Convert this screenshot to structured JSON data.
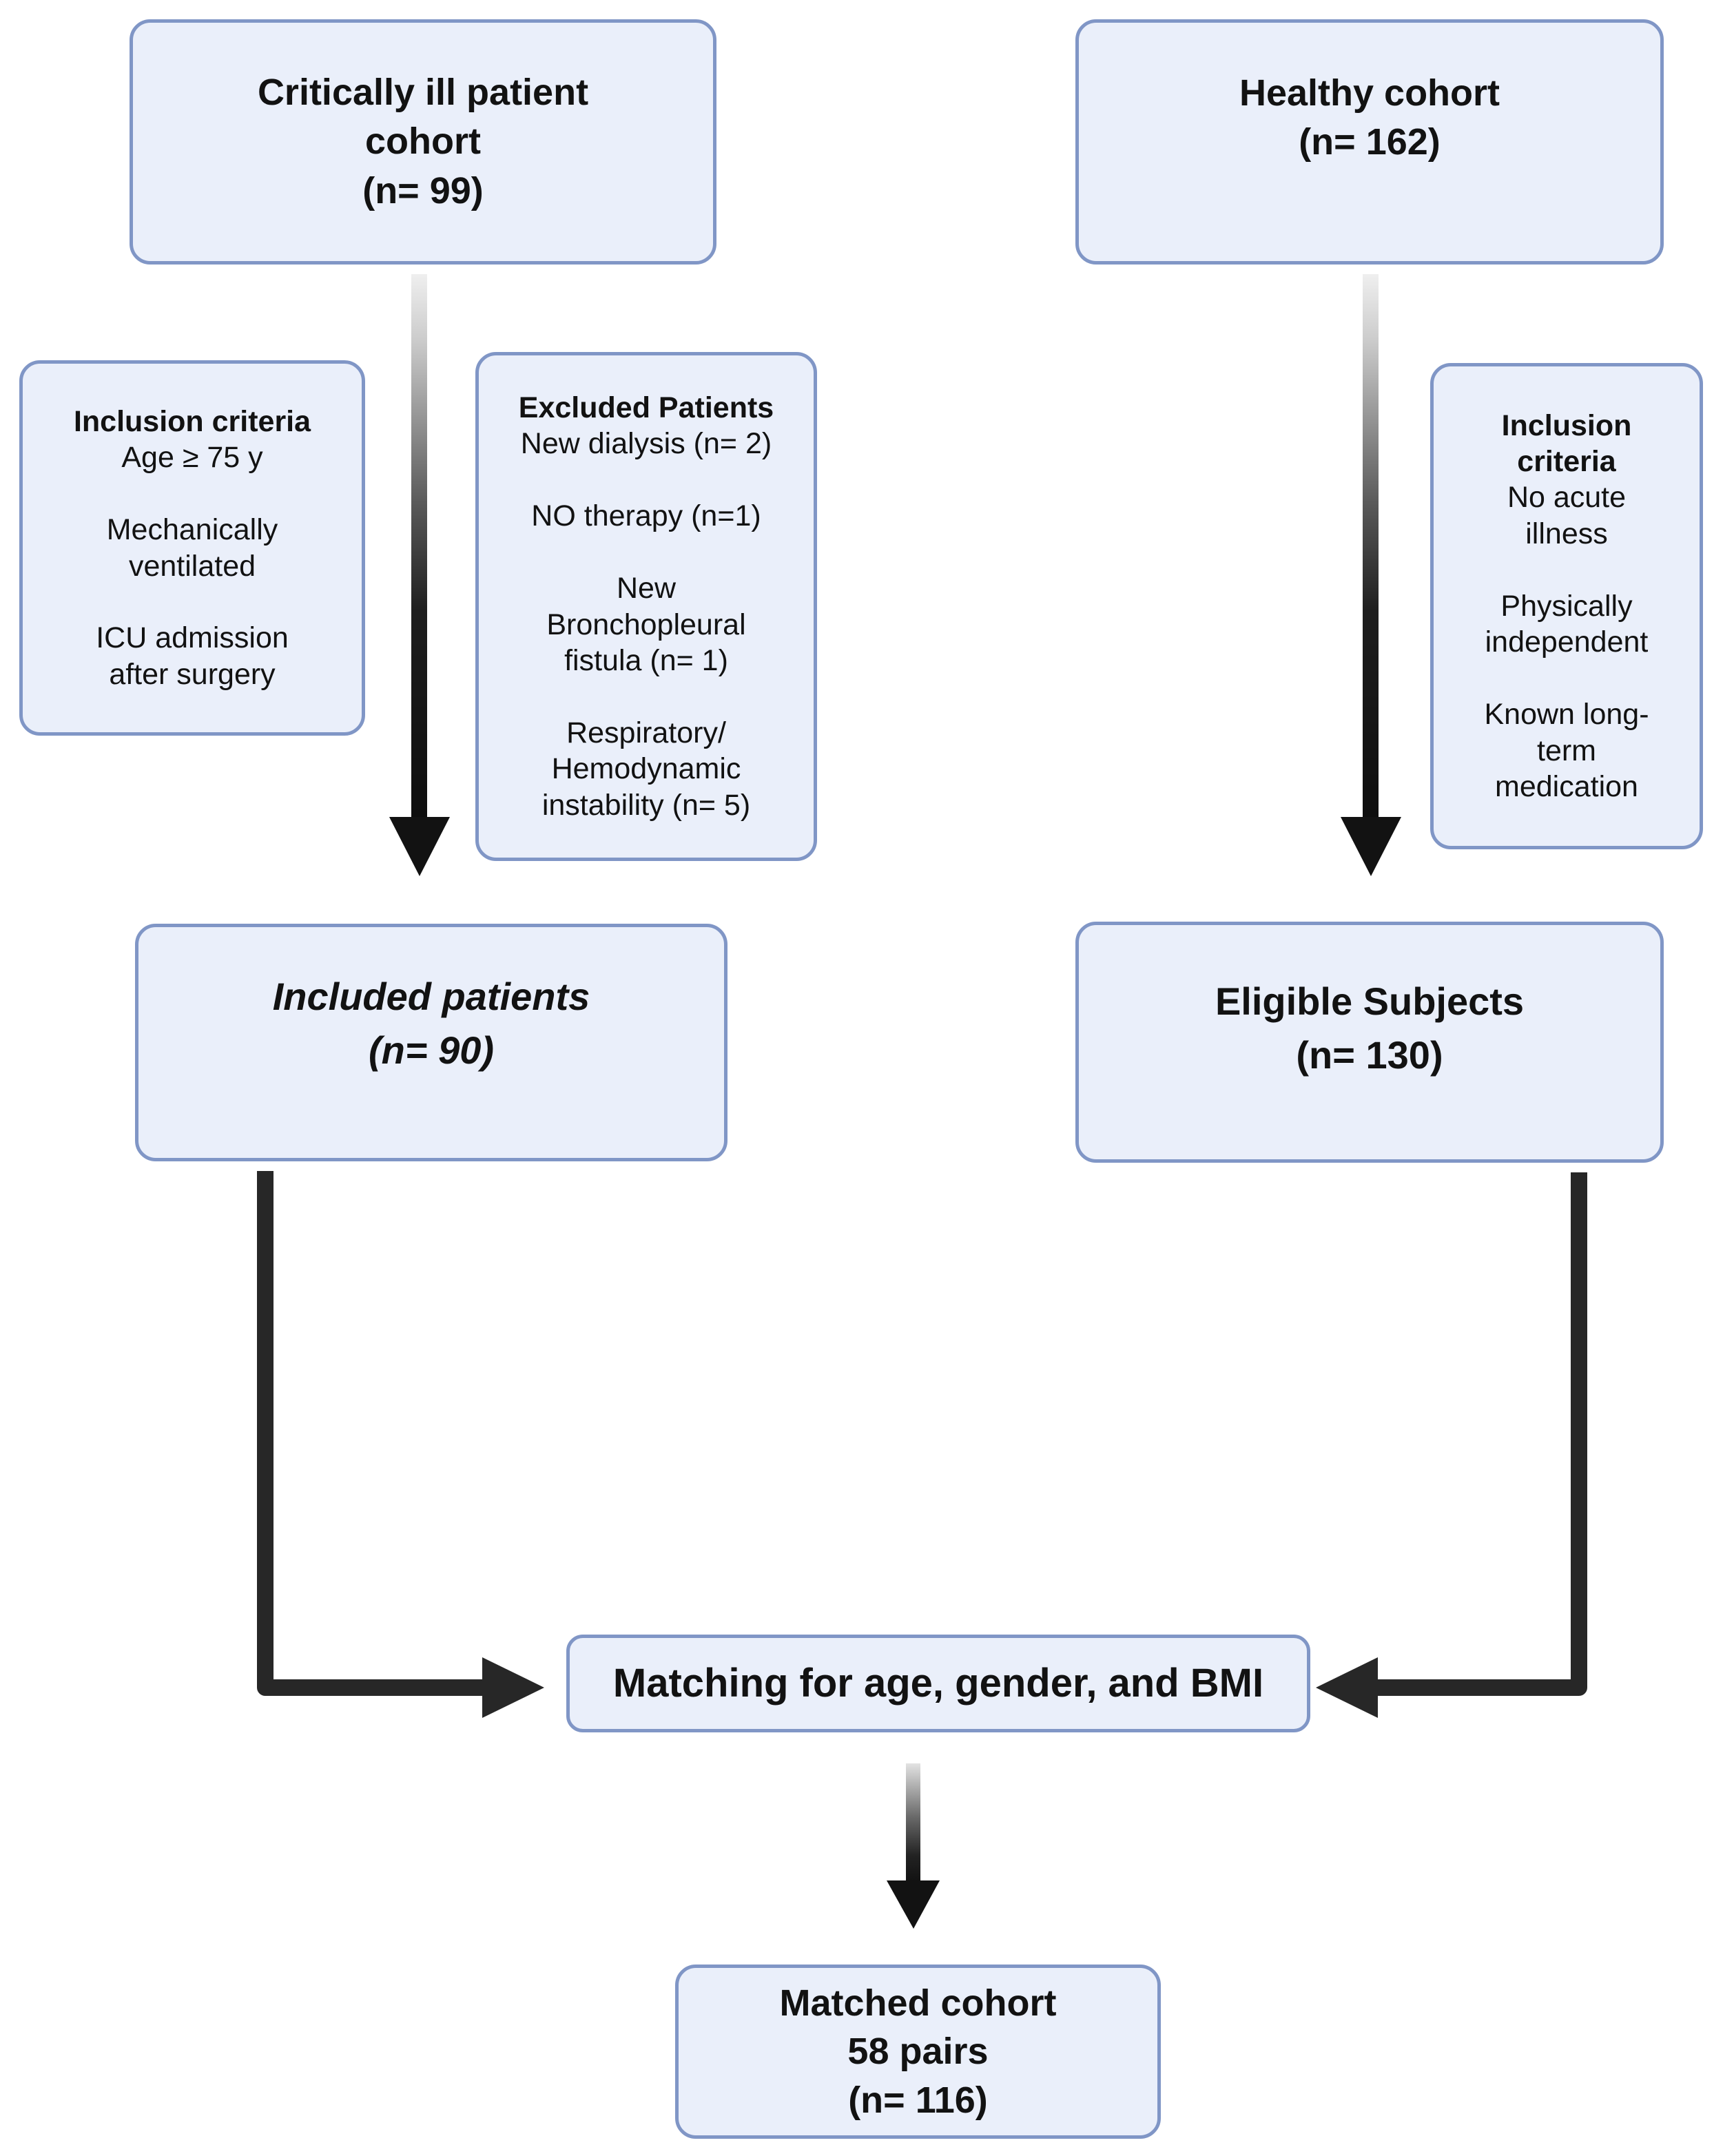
{
  "boxes": {
    "critically_ill_cohort": {
      "lines": [
        "Critically ill patient",
        "cohort",
        "(n= 99)"
      ]
    },
    "healthy_cohort": {
      "lines": [
        "Healthy cohort",
        "(n= 162)"
      ]
    },
    "inclusion_criteria_left": {
      "title": "Inclusion criteria",
      "lines": [
        "Age ≥ 75 y",
        "",
        "Mechanically",
        "ventilated",
        "",
        "ICU admission",
        "after surgery"
      ]
    },
    "excluded_patients": {
      "title": "Excluded Patients",
      "lines": [
        "New dialysis (n= 2)",
        "",
        "NO therapy (n=1)",
        "",
        "New",
        "Bronchopleural",
        "fistula (n= 1)",
        "",
        "Respiratory/",
        "Hemodynamic",
        "instability (n= 5)"
      ]
    },
    "inclusion_criteria_right": {
      "title_lines": [
        "Inclusion",
        "criteria"
      ],
      "lines": [
        "No acute",
        "illness",
        "",
        "Physically",
        "independent",
        "",
        "Known long-",
        "term",
        "medication"
      ]
    },
    "included_patients": {
      "lines": [
        "Included patients",
        "(n= 90)"
      ]
    },
    "eligible_subjects": {
      "lines": [
        "Eligible Subjects",
        "(n= 130)"
      ]
    },
    "matching": {
      "label": "Matching for age, gender, and BMI"
    },
    "matched_cohort": {
      "lines": [
        "Matched cohort",
        "58 pairs",
        "(n= 116)"
      ]
    }
  },
  "colors": {
    "box_fill": "#eaeffa",
    "box_border": "#8096c6",
    "arrow_dark": "#272727",
    "text": "#121212"
  }
}
